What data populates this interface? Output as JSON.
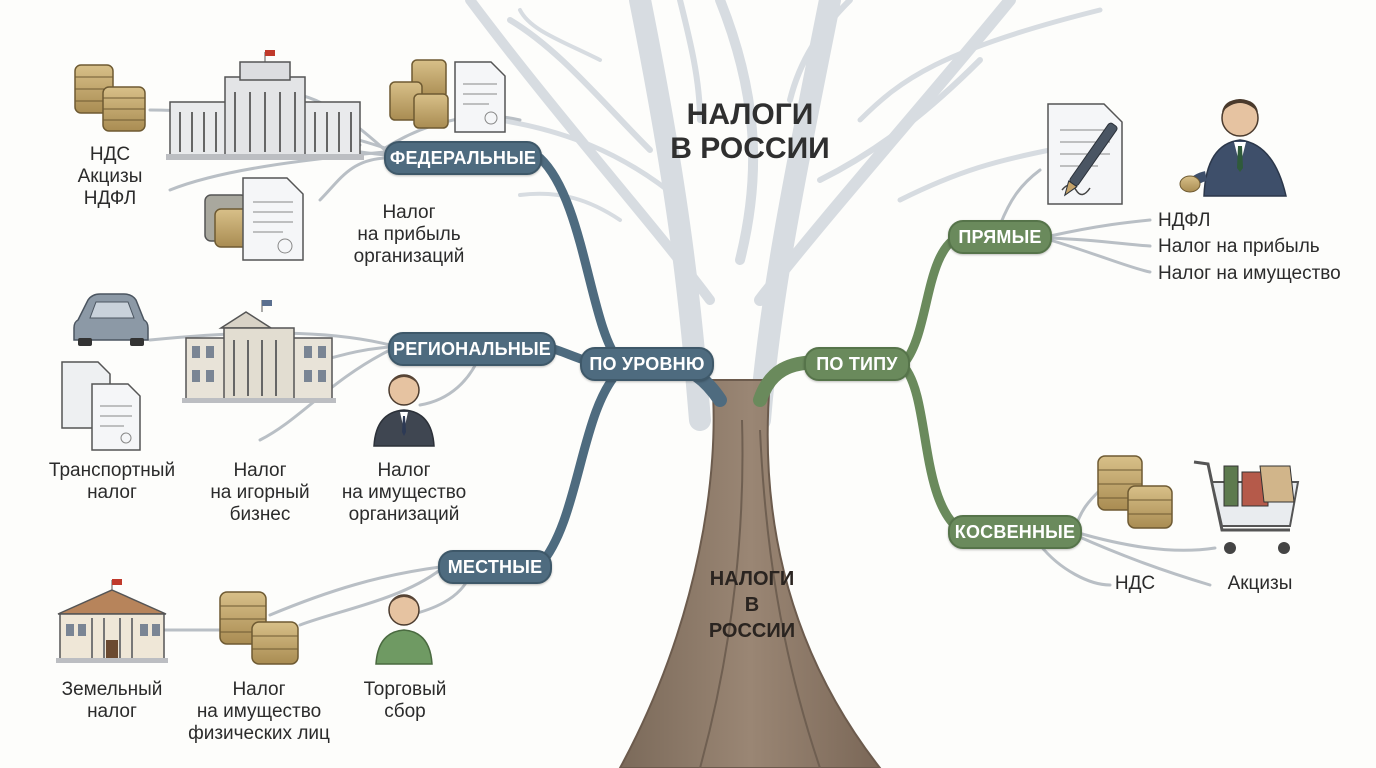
{
  "title": "НАЛОГИ\nВ РОССИИ",
  "trunk_label": "НАЛОГИ\nВ\nРОССИИ",
  "colors": {
    "level_branch": "#4e6b7f",
    "type_branch": "#6a8a5c",
    "trunk": "#8a7866",
    "crown": "#d9dde2"
  },
  "by_level": {
    "label": "ПО УРОВНЮ",
    "federal": {
      "label": "ФЕДЕРАЛЬНЫЕ",
      "list": "НДС\nАкцизы\nНДФЛ",
      "profit_tax": "Налог\nна прибыль\nорганизаций"
    },
    "regional": {
      "label": "РЕГИОНАЛЬНЫЕ",
      "transport": "Транспортный\nналог",
      "gambling": "Налог\nна игорный\nбизнес",
      "org_property": "Налог\nна имущество\nорганизаций"
    },
    "local": {
      "label": "МЕСТНЫЕ",
      "land": "Земельный\nналог",
      "personal_property": "Налог\nна имущество\nфизических лиц",
      "trade_fee": "Торговый\nсбор"
    }
  },
  "by_type": {
    "label": "ПО ТИПУ",
    "direct": {
      "label": "ПРЯМЫЕ",
      "items": [
        "НДФЛ",
        "Налог на прибыль",
        "Налог на имущество"
      ]
    },
    "indirect": {
      "label": "КОСВЕННЫЕ",
      "vat": "НДС",
      "excise": "Акцизы"
    }
  }
}
